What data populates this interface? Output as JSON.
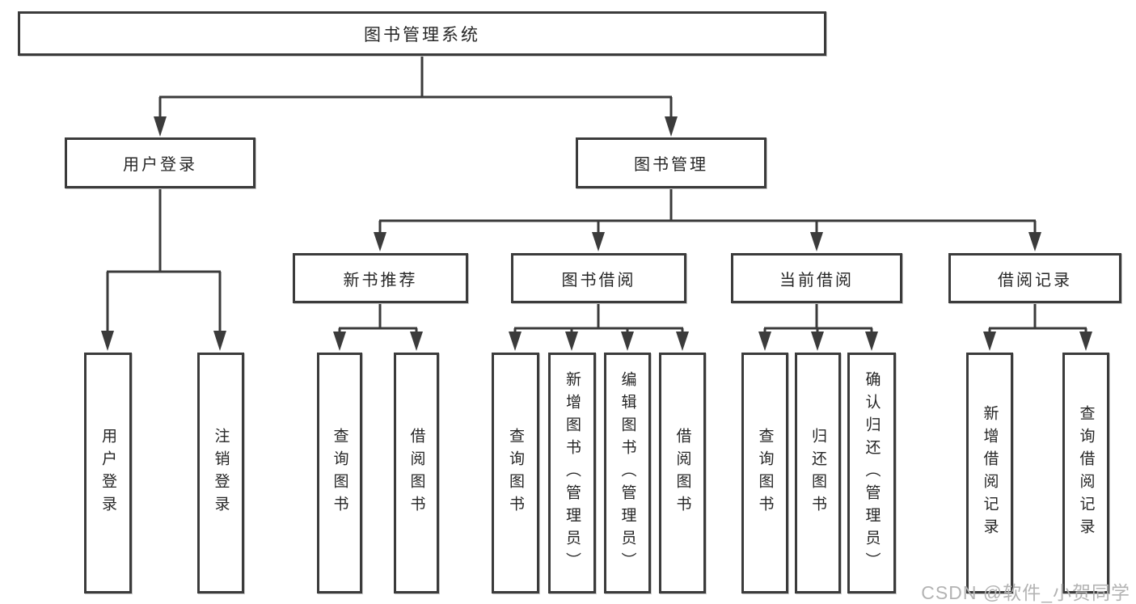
{
  "diagram": {
    "colors": {
      "background": "#ffffff",
      "box_bg": "#ffffff",
      "border": "#3b3b3b",
      "line": "#3b3b3b",
      "text": "#262626",
      "watermark": "#b3b3b3"
    },
    "watermark": "CSDN @软件_小贺同学",
    "root": {
      "label": "图书管理系统",
      "children": [
        {
          "label": "用户登录",
          "children": [
            {
              "label": "用户登录"
            },
            {
              "label": "注销登录"
            }
          ]
        },
        {
          "label": "图书管理",
          "children": [
            {
              "label": "新书推荐",
              "children": [
                {
                  "label": "查询图书"
                },
                {
                  "label": "借阅图书"
                }
              ]
            },
            {
              "label": "图书借阅",
              "children": [
                {
                  "label": "查询图书"
                },
                {
                  "label": "新增图书（管理员）"
                },
                {
                  "label": "编辑图书（管理员）"
                },
                {
                  "label": "借阅图书"
                }
              ]
            },
            {
              "label": "当前借阅",
              "children": [
                {
                  "label": "查询图书"
                },
                {
                  "label": "归还图书"
                },
                {
                  "label": "确认归还（管理员）"
                }
              ]
            },
            {
              "label": "借阅记录",
              "children": [
                {
                  "label": "新增借阅记录"
                },
                {
                  "label": "查询借阅记录"
                }
              ]
            }
          ]
        }
      ]
    }
  }
}
